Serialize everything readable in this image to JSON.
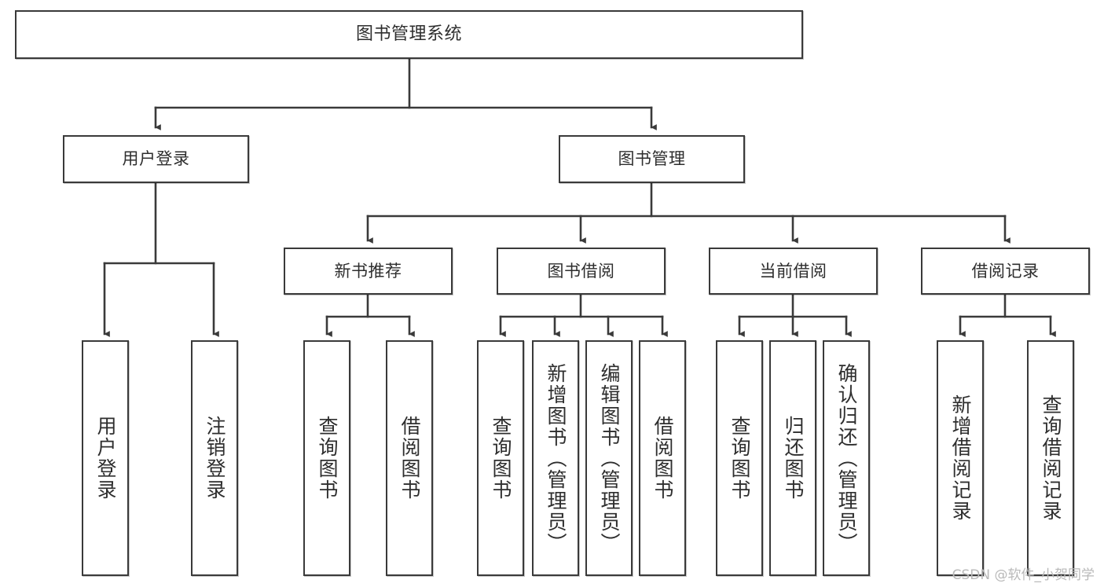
{
  "diagram": {
    "title": "图书管理系统",
    "type": "tree",
    "watermark": "CSDN @软件_小贺同学",
    "colors": {
      "box_border": "#3a3a3a",
      "box_fill": "#ffffff",
      "text": "#2e2e2e",
      "edge": "#3a3a3a",
      "watermark": "#b9b9b9",
      "background": "#ffffff"
    },
    "root": {
      "label": "图书管理系统"
    },
    "level2": [
      {
        "label": "用户登录"
      },
      {
        "label": "图书管理"
      }
    ],
    "level3": [
      {
        "label": "新书推荐"
      },
      {
        "label": "图书借阅"
      },
      {
        "label": "当前借阅"
      },
      {
        "label": "借阅记录"
      }
    ],
    "leaves": {
      "user_login": [
        {
          "label": "用户登录"
        },
        {
          "label": "注销登录"
        }
      ],
      "new_book_recommend": [
        {
          "label": "查询图书"
        },
        {
          "label": "借阅图书"
        }
      ],
      "book_borrow": [
        {
          "label": "查询图书"
        },
        {
          "label": "新增图书（管理员）"
        },
        {
          "label": "编辑图书（管理员）"
        },
        {
          "label": "借阅图书"
        }
      ],
      "current_borrow": [
        {
          "label": "查询图书"
        },
        {
          "label": "归还图书"
        },
        {
          "label": "确认归还（管理员）"
        }
      ],
      "borrow_records": [
        {
          "label": "新增借阅记录"
        },
        {
          "label": "查询借阅记录"
        }
      ]
    }
  }
}
